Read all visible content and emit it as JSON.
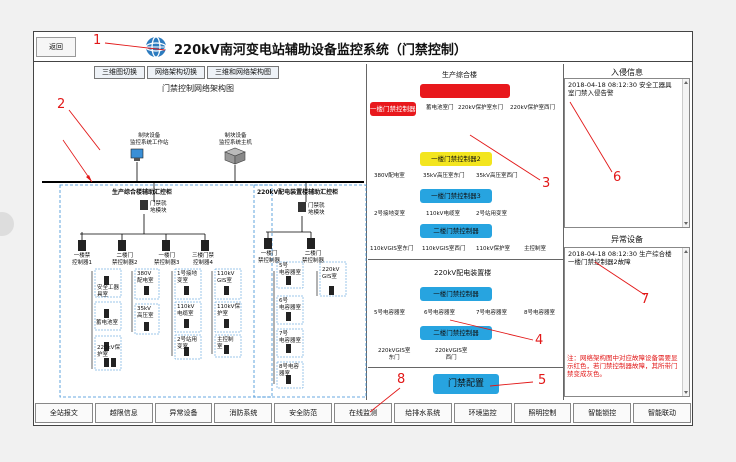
{
  "header": {
    "back_label": "返回",
    "title": "220kV南河变电站辅助设备监控系统（门禁控制）"
  },
  "diagram": {
    "tabs": [
      "三维图切换",
      "网络架构切换",
      "三维和网络架构图"
    ],
    "title": "门禁控制网络架构图",
    "workstation1": [
      "制块设备",
      "监控系统工作站"
    ],
    "workstation2": [
      "制块设备",
      "监控系统主机"
    ],
    "hub1_title": "生产综合楼辅助汇控柜",
    "hub1_module": [
      "门禁就",
      "地模块"
    ],
    "hub2_title": "220kV配电装置楼辅助汇控柜",
    "hub2_module": [
      "门禁就",
      "地模块"
    ],
    "controllers1": [
      [
        "一楼禁",
        "控制器1"
      ],
      [
        "二楼门",
        "禁控制器2"
      ],
      [
        "一楼门",
        "禁控制器3"
      ],
      [
        "三楼门禁",
        "控制器4"
      ]
    ],
    "controllers2": [
      [
        "一楼门",
        "禁控制器"
      ],
      [
        "二楼门",
        "禁控制器"
      ]
    ],
    "doors_c1": [
      [
        "安全工器",
        "具室"
      ],
      [
        "蓄电池室"
      ],
      [
        "220kV保",
        "护室"
      ]
    ],
    "doors_c2": [
      [
        "380V",
        "配电室"
      ],
      [
        "35kV",
        "高压室"
      ]
    ],
    "doors_c3": [
      [
        "1号接地",
        "变室"
      ],
      [
        "110kV",
        "电缆室"
      ],
      [
        "2号站用",
        "变室"
      ]
    ],
    "doors_c4": [
      [
        "110kV",
        "GIS室"
      ],
      [
        "110kV保",
        "护室"
      ],
      [
        "主控制",
        "室"
      ]
    ],
    "doors_c5": [
      [
        "5号",
        "电容器室"
      ],
      [
        "6号",
        "电容器室"
      ],
      [
        "7号",
        "电容器室"
      ],
      [
        "8号电容",
        "器室"
      ]
    ],
    "doors_c6": [
      [
        "220kV",
        "GIS室"
      ]
    ]
  },
  "building1": {
    "title": "生产综合楼",
    "ctrl1": "一楼门禁控制器1",
    "row1": [
      "蓄电池室门",
      "220kV保护室东门",
      "220kV保护室西门"
    ],
    "ctrl2": "一楼门禁控制器2",
    "row2": [
      "380V配电室",
      "35kV高压室东门",
      "35kV高压室西门"
    ],
    "ctrl3": "一楼门禁控制器3",
    "row3": [
      "2号接地变室",
      "110kV电缆室",
      "2号站用变室"
    ],
    "ctrl4": "二楼门禁控制器",
    "row4": [
      "110kVGIS室东门",
      "110kVGIS室西门",
      "110kV保护室",
      "主控制室"
    ]
  },
  "building2": {
    "title": "220kV配电装置楼",
    "ctrl1": "一楼门禁控制器",
    "row1": [
      "5号电容器室",
      "6号电容器室",
      "7号电容器室",
      "8号电容器室"
    ],
    "ctrl2": "二楼门禁控制器",
    "row2a": [
      "220kVGIS室",
      "东门"
    ],
    "row2b": [
      "220kVGIS室",
      "西门"
    ]
  },
  "config_button": "门禁配置",
  "entry_info": {
    "title": "入侵信息",
    "text": "2018-04-18 08:12:30 安全工器具室门禁入侵告警"
  },
  "fault_info": {
    "title": "异常设备",
    "text": "2018-04-18 08:12:30 生产综合楼一楼门禁控制器2故障",
    "note": "注：网络架构图中对应故障设备需要显示红色，若门禁控制器故障，其所带门禁变成灰色。"
  },
  "bottom_nav": [
    "全站报文",
    "越限信息",
    "异常设备",
    "消防系统",
    "安全防范",
    "在线监测",
    "给排水系统",
    "环境监控",
    "照明控制",
    "智能锁控",
    "智能联动"
  ],
  "callouts": [
    "1",
    "2",
    "3",
    "4",
    "5",
    "6",
    "7",
    "8"
  ],
  "colors": {
    "alarm_red": "#e8181c",
    "fault_yellow": "#f3e51e",
    "normal_blue": "#27a4e0",
    "callout_red": "#e21818"
  }
}
